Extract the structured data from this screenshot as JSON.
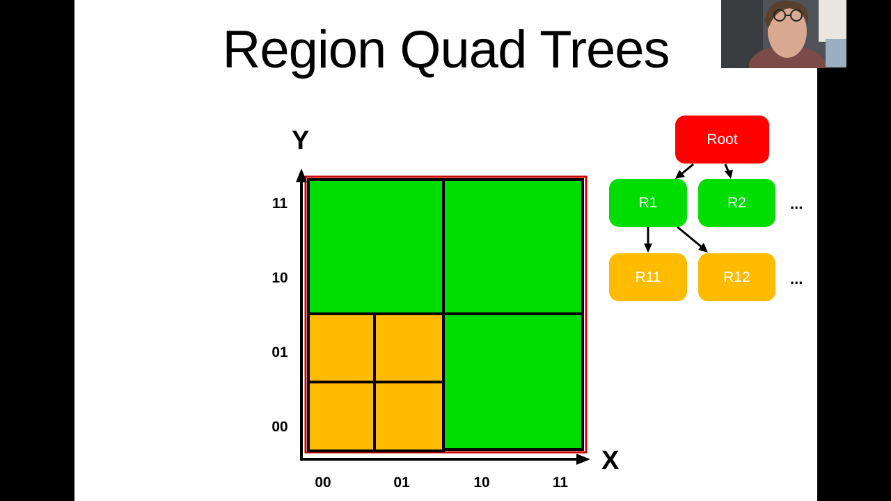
{
  "slide": {
    "title": "Region Quad Trees"
  },
  "axes": {
    "x_label": "X",
    "y_label": "Y",
    "x_ticks": [
      "00",
      "01",
      "10",
      "11"
    ],
    "y_ticks": [
      "11",
      "10",
      "01",
      "00"
    ]
  },
  "tree": {
    "root": "Root",
    "level1": [
      "R1",
      "R2"
    ],
    "level2": [
      "R11",
      "R12"
    ],
    "ellipsis": "..."
  },
  "colors": {
    "root": "#ff0000",
    "level1": "#00dd00",
    "level2": "#ffbb00",
    "region_border": "#cc0000"
  },
  "webcam": {
    "icon": "presenter-video-feed"
  }
}
